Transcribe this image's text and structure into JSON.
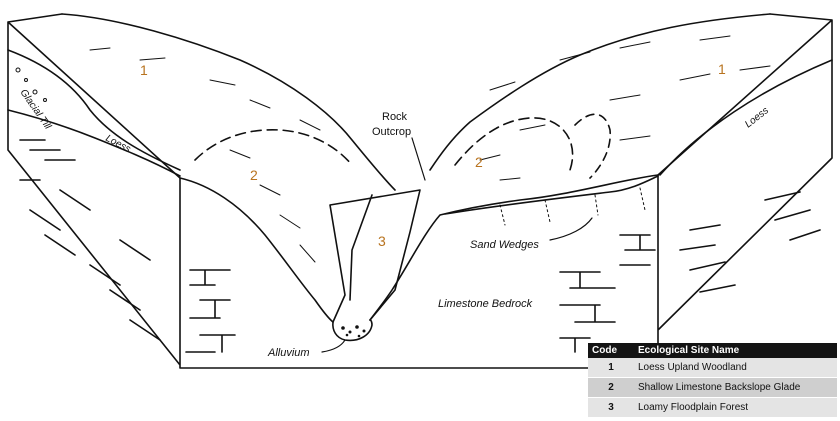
{
  "labels": {
    "glacial_till": "Glacial Till",
    "loess_left": "Loess",
    "loess_right": "Loess",
    "rock_outcrop_line1": "Rock",
    "rock_outcrop_line2": "Outcrop",
    "sand_wedges": "Sand Wedges",
    "limestone_bedrock": "Limestone Bedrock",
    "alluvium": "Alluvium"
  },
  "zones": {
    "upland_left": "1",
    "upland_right": "1",
    "backslope_left": "2",
    "backslope_right": "2",
    "floodplain": "3"
  },
  "legend": {
    "header_code": "Code",
    "header_name": "Ecological Site Name",
    "rows": [
      {
        "code": "1",
        "name": "Loess Upland Woodland"
      },
      {
        "code": "2",
        "name": "Shallow Limestone Backslope Glade"
      },
      {
        "code": "3",
        "name": "Loamy Floodplain Forest"
      }
    ]
  },
  "colors": {
    "zone_number": "#b8731f",
    "legend_header_bg": "#141414",
    "legend_row_light": "#e4e4e4",
    "legend_row_dark": "#cfcfcf"
  }
}
